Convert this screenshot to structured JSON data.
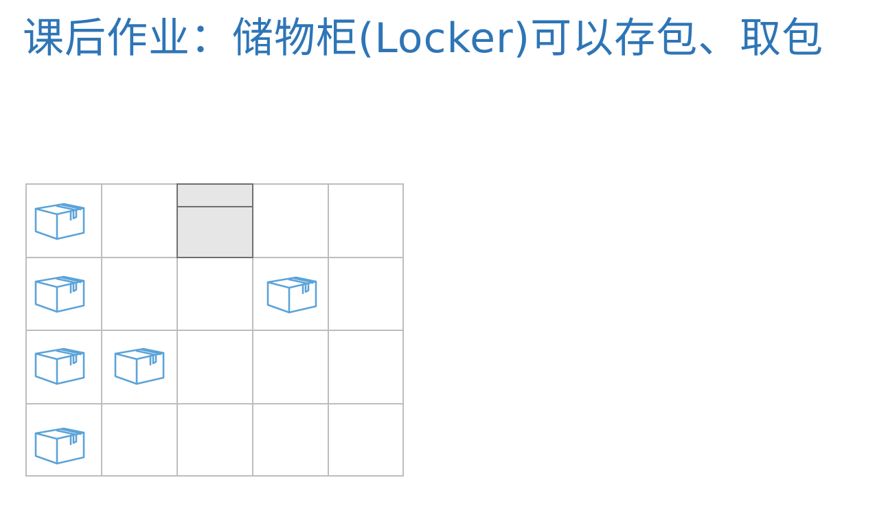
{
  "title": "课后作业：储物柜(Locker)可以存包、取包",
  "colors": {
    "title": "#2e75b6",
    "package": "#5ba3d9",
    "grid_line": "#bdbdbd",
    "open_cell_fill": "#e6e6e6",
    "open_cell_border": "#6e6e6e"
  },
  "locker": {
    "rows": 4,
    "columns": 5,
    "cells_with_package": [
      [
        1,
        1
      ],
      [
        2,
        1
      ],
      [
        2,
        4
      ],
      [
        3,
        1
      ],
      [
        3,
        2
      ],
      [
        4,
        1
      ]
    ],
    "open_cell": [
      1,
      3
    ]
  }
}
